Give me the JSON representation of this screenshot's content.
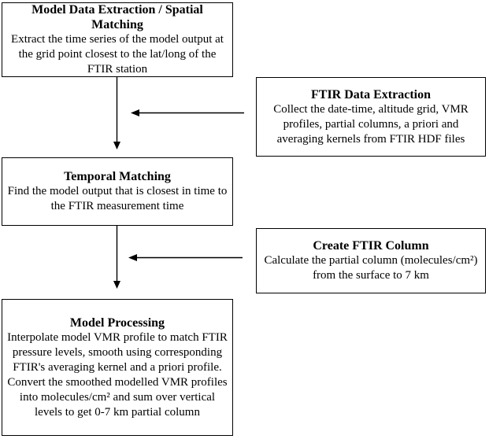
{
  "diagram": {
    "background_color": "#ffffff",
    "line_color": "#000000",
    "text_color": "#000000",
    "boxes": {
      "model_data_extraction": {
        "title": "Model Data Extraction / Spatial Matching",
        "body": "Extract the time series of the model output at the grid point closest to the lat/long of the FTIR station"
      },
      "ftir_data_extraction": {
        "title": "FTIR Data Extraction",
        "body": "Collect the date-time, altitude grid, VMR profiles, partial columns, a priori and averaging kernels from FTIR HDF files"
      },
      "temporal_matching": {
        "title": "Temporal Matching",
        "body": "Find the model output that is closest in time to the FTIR measurement time"
      },
      "create_ftir_column": {
        "title": "Create FTIR Column",
        "body": "Calculate the partial column (molecules/cm²) from the surface to 7 km"
      },
      "model_processing": {
        "title": "Model Processing",
        "body_para1": "Interpolate model VMR profile to match FTIR pressure levels, smooth using corresponding FTIR's averaging kernel and a priori profile.",
        "body_para2": "Convert the smoothed modelled VMR profiles into molecules/cm² and sum over vertical levels to get 0-7 km partial column"
      }
    },
    "connections": [
      {
        "from": "model_data_extraction",
        "to": "temporal_matching",
        "type": "arrow-down"
      },
      {
        "from": "ftir_data_extraction",
        "to": "main-flow",
        "type": "arrow-left"
      },
      {
        "from": "temporal_matching",
        "to": "model_processing",
        "type": "arrow-down"
      },
      {
        "from": "create_ftir_column",
        "to": "main-flow",
        "type": "arrow-left"
      }
    ]
  }
}
